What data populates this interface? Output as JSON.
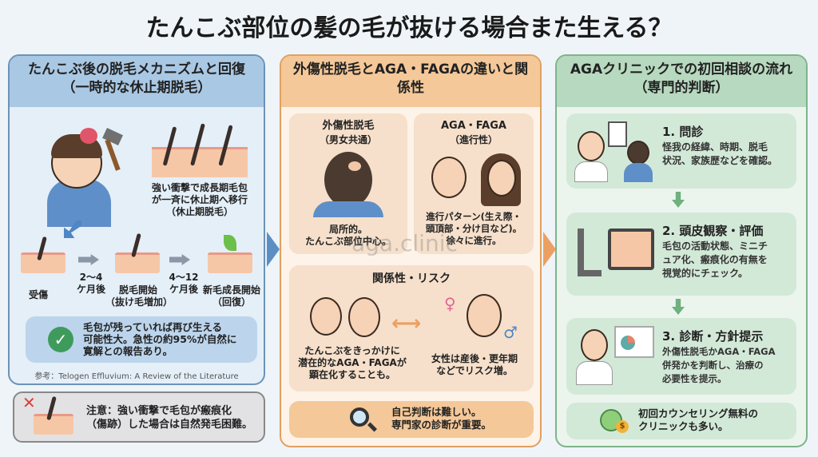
{
  "title": "たんこぶ部位の髪の毛が抜ける場合また生える？",
  "watermark": "aga.clinic",
  "left": {
    "heading": "たんこぶ後の脱毛メカニズムと回復（一時的な休止期脱毛）",
    "shock_caption": [
      "強い衝撃で成長期毛包",
      "が一斉に休止期へ移行",
      "（休止期脱毛）"
    ],
    "timeline": [
      {
        "label": "受傷"
      },
      {
        "interval": "2〜4\nケ月後"
      },
      {
        "label": "脱毛開始\n（抜け毛増加）"
      },
      {
        "interval": "4〜12\nケ月後"
      },
      {
        "label": "新毛成長開始\n（回復）"
      }
    ],
    "good_note": [
      "毛包が残っていれば再び生える",
      "可能性大。急性の約95%が自然に",
      "寛解との報告あり。"
    ],
    "reference": "参考：Telogen Effluvium: A Review of the Literature",
    "caution": [
      "注意：強い衝撃で毛包が瘢痕化",
      "（傷跡）した場合は自然発毛困難。"
    ],
    "colors": {
      "accent": "#6c93b8",
      "check": "#3f9b5c",
      "cross": "#d9413a"
    }
  },
  "middle": {
    "heading": "外傷性脱毛とAGA・FAGAの違いと関係性",
    "trauma": {
      "title": "外傷性脱毛",
      "sub": "（男女共通）",
      "desc": [
        "局所的。",
        "たんこぶ部位中心。"
      ]
    },
    "aga": {
      "title": "AGA・FAGA",
      "sub": "（進行性）",
      "desc": [
        "進行パターン(生え際・",
        "頭頂部・分け目など)。",
        "徐々に進行。"
      ]
    },
    "risk": {
      "title": "関係性・リスク",
      "left": [
        "たんこぶをきっかけに",
        "潜在的なAGA・FAGAが",
        "顕在化することも。"
      ],
      "right": [
        "女性は産後・更年期",
        "などでリスク増。"
      ]
    },
    "note": [
      "自己判断は難しい。",
      "専門家の診断が重要。"
    ],
    "colors": {
      "accent": "#e0a062"
    }
  },
  "right": {
    "heading": "AGAクリニックでの初回相談の流れ（専門的判断）",
    "steps": [
      {
        "title": "1. 問診",
        "desc": [
          "怪我の経緯、時期、脱毛",
          "状況、家族歴などを確認。"
        ]
      },
      {
        "title": "2. 頭皮観察・評価",
        "desc": [
          "毛包の活動状態、ミニチ",
          "ュア化、瘢痕化の有無を",
          "視覚的にチェック。"
        ]
      },
      {
        "title": "3. 診断・方針提示",
        "desc": [
          "外傷性脱毛かAGA・FAGA",
          "併発かを判断し、治療の",
          "必要性を提示。"
        ]
      }
    ],
    "note": [
      "初回カウンセリング無料の",
      "クリニックも多い。"
    ],
    "colors": {
      "accent": "#7db48a"
    }
  }
}
